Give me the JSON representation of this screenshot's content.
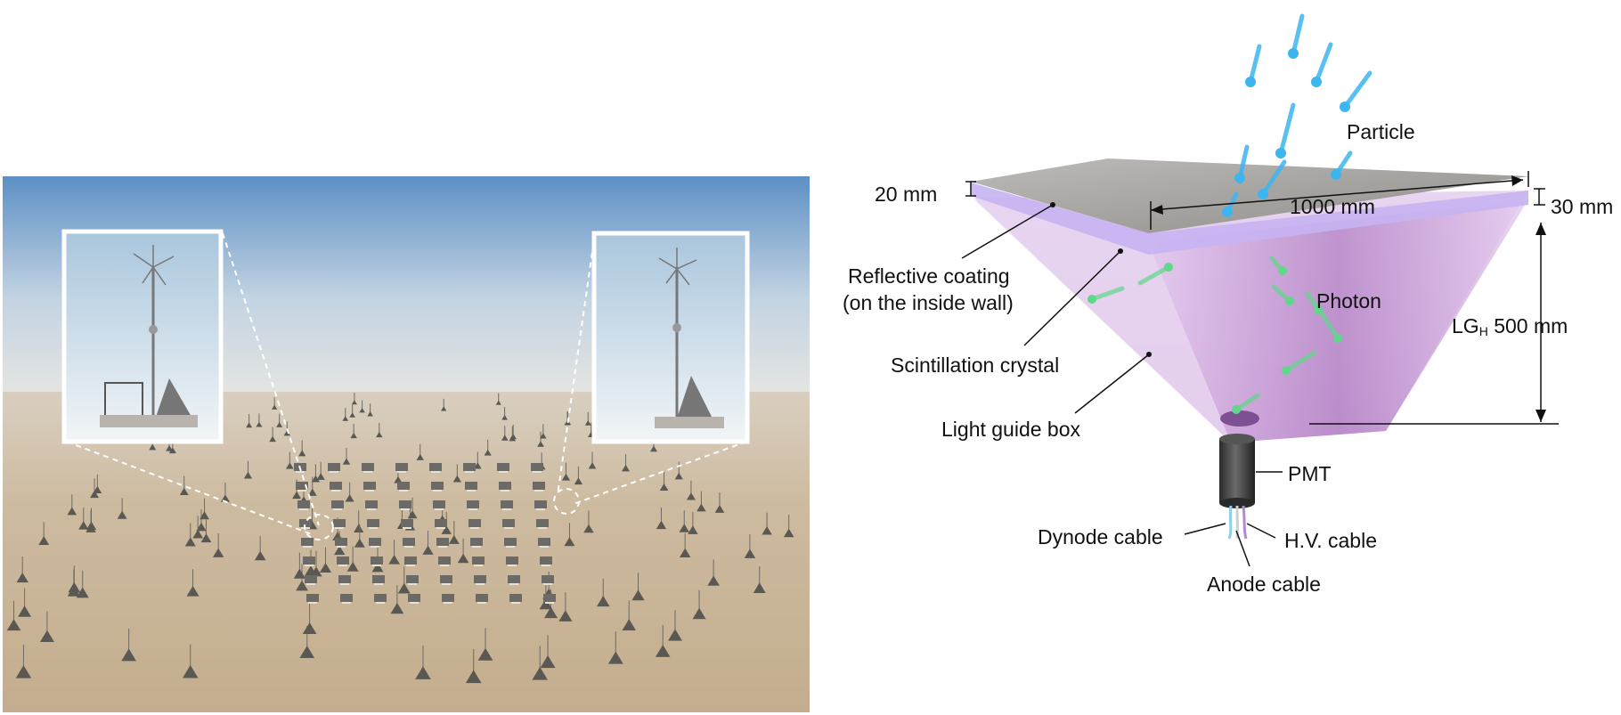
{
  "photo": {
    "description_icons": [
      "detector-array-photo",
      "detector-station-inset-left",
      "detector-station-inset-right"
    ]
  },
  "diagram": {
    "labels": {
      "particle": "Particle",
      "dim_top": "20 mm",
      "dim_width": "1000 mm",
      "dim_side": "30 mm",
      "reflective_line1": "Reflective coating",
      "reflective_line2": "(on the inside wall)",
      "photon": "Photon",
      "height_prefix": "LG",
      "height_sub": "H",
      "height_value": " 500 mm",
      "scintillation": "Scintillation crystal",
      "light_guide": "Light guide box",
      "pmt": "PMT",
      "dynode": "Dynode cable",
      "hv": "H.V. cable",
      "anode": "Anode cable"
    },
    "colors": {
      "sky_top": "#5a8fc6",
      "sky_bottom": "#dfe7ee",
      "ground": "#c8b69c",
      "plate": "#a9a7a3",
      "crystal": "#c9b5ef",
      "pyramid": "#dcc0e6",
      "particle": "#3db6f0",
      "photon": "#5fd88a",
      "pmt": "#3b3b3b"
    }
  }
}
